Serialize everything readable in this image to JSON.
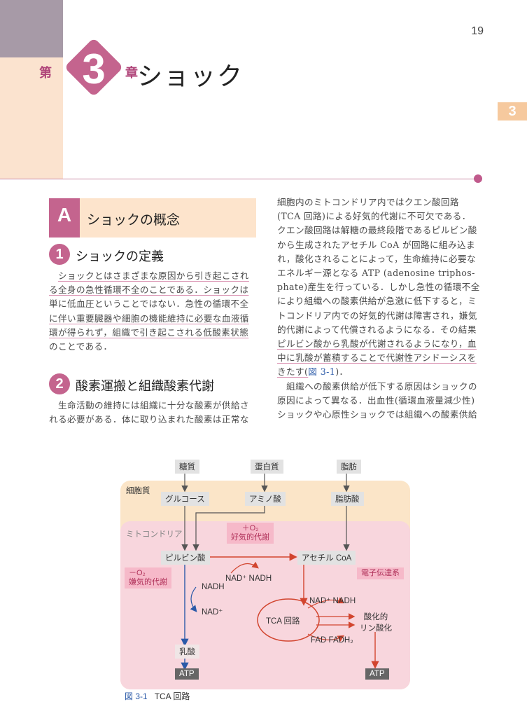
{
  "page": {
    "number": "19",
    "chapter_tab": "3"
  },
  "chapter": {
    "prefix": "第",
    "number": "3",
    "suffix": "章",
    "title": "ショック"
  },
  "section_a": {
    "letter": "A",
    "title": "ショックの概念"
  },
  "subsection1": {
    "number": "1",
    "title": "ショックの定義",
    "lines": [
      "ショックとはさまざまな原因から引き起こされ",
      "る全身の急性循環不全のことである．ショックは",
      "単に低血圧ということではない．急性の循環不全",
      "に伴い重要臓器や細胞の機能維持に必要な血液循",
      "環が得られず，組織で引き起こされる低酸素状態",
      "のことである．"
    ]
  },
  "subsection2": {
    "number": "2",
    "title": "酸素運搬と組織酸素代謝",
    "lines": [
      "生命活動の維持には組織に十分な酸素が供給さ",
      "れる必要がある．体に取り込まれた酸素は正常な"
    ]
  },
  "right_column": {
    "lines": [
      "細胞内のミトコンドリア内ではクエン酸回路",
      "(TCA 回路)による好気的代謝に不可欠である．",
      "クエン酸回路は解糖の最終段階であるピルビン酸",
      "から生成されたアセチル CoA が回路に組み込ま",
      "れ，酸化されることによって，生命維持に必要な",
      "エネルギー源となる ATP (adenosine triphos-",
      "phate)産生を行っている．しかし急性の循環不全",
      "により組織への酸素供給が急激に低下すると，ミ",
      "トコンドリア内での好気的代謝は障害され，嫌気",
      "的代謝によって代償されるようになる．その結果",
      "ピルビン酸から乳酸が代謝されるようになり，血",
      "中に乳酸が蓄積することで代謝性アシドーシスを",
      "きたす(",
      "図 3-1",
      ")．",
      "組織への酸素供給が低下する原因はショックの",
      "原因によって異なる．出血性(循環血液量減少性)",
      "ショックや心原性ショックでは組織への酸素供給"
    ]
  },
  "diagram": {
    "inputs": [
      "糖質",
      "蛋白質",
      "脂肪"
    ],
    "cytoplasm_label": "細胞質",
    "cytoplasm_items": [
      "グルコース",
      "アミノ酸",
      "脂肪酸"
    ],
    "mito_label": "ミトコンドリア",
    "aerobic": {
      "line1": "＋O₂",
      "line2": "好気的代謝"
    },
    "anaerobic": {
      "line1": "－O₂",
      "line2": "嫌気的代謝"
    },
    "pyruvate": "ピルビン酸",
    "acetyl_coa": "アセチル CoA",
    "electron_transport": "電子伝達系",
    "nad_nadh_1": "NAD⁺ NADH",
    "nad_nadh_2": "NAD⁺ NADH",
    "nadh": "NADH",
    "nad": "NAD⁺",
    "tca": "TCA 回路",
    "fad": "FAD FADH₂",
    "oxphos": {
      "line1": "酸化的",
      "line2": "リン酸化"
    },
    "lactate": "乳酸",
    "atp_left": "ATP",
    "atp_right": "ATP"
  },
  "figure": {
    "number": "図 3-1",
    "title": "TCA 回路"
  },
  "colors": {
    "accent": "#c4648e",
    "peach": "#fde4cc",
    "mauve": "#a79aa7"
  }
}
